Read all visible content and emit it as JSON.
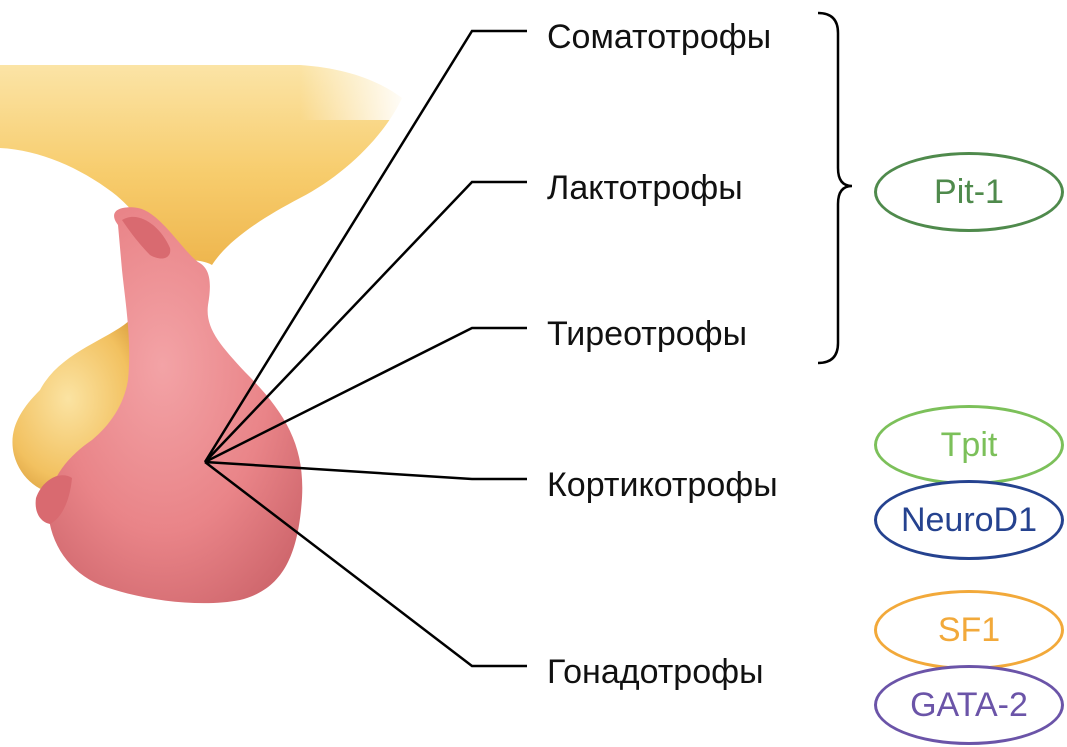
{
  "cell_types": [
    "Соматотрофы",
    "Лактотрофы",
    "Тиреотрофы",
    "Кортикотрофы",
    "Гонадотрофы"
  ],
  "factors": [
    {
      "label": "Pit-1",
      "color": "#4f8a4c"
    },
    {
      "label": "Tpit",
      "color": "#7cc05a"
    },
    {
      "label": "NeuroD1",
      "color": "#25428f"
    },
    {
      "label": "SF1",
      "color": "#f2a93a"
    },
    {
      "label": "GATA-2",
      "color": "#6b54a8"
    }
  ],
  "colors": {
    "gland": "#e98488",
    "stalk": "#f5c764",
    "lines": "#000000"
  }
}
